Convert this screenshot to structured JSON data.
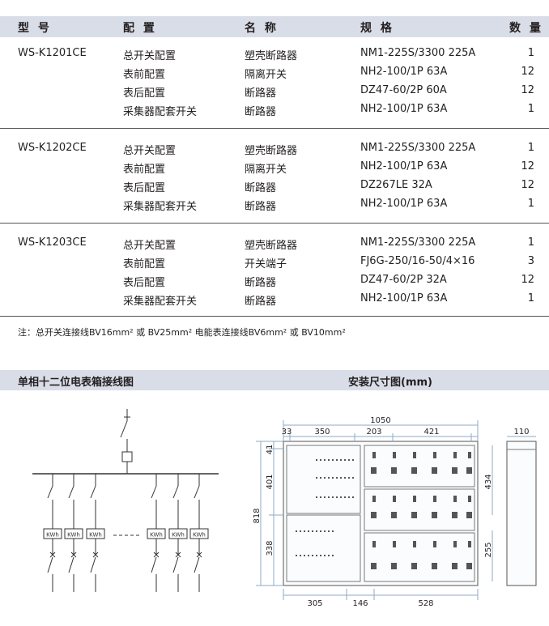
{
  "header": {
    "model": "型 号",
    "config": "配 置",
    "name": "名 称",
    "spec": "规 格",
    "qty": "数 量"
  },
  "groups": [
    {
      "model": "WS-K1201CE",
      "rows": [
        {
          "config": "总开关配置",
          "name": "塑壳断路器",
          "spec": "NM1-225S/3300 225A",
          "qty": "1"
        },
        {
          "config": "表前配置",
          "name": "隔离开关",
          "spec": "NH2-100/1P 63A",
          "qty": "12"
        },
        {
          "config": "表后配置",
          "name": "断路器",
          "spec": "DZ47-60/2P 60A",
          "qty": "12"
        },
        {
          "config": "采集器配套开关",
          "name": "断路器",
          "spec": "NH2-100/1P 63A",
          "qty": "1"
        }
      ]
    },
    {
      "model": "WS-K1202CE",
      "rows": [
        {
          "config": "总开关配置",
          "name": "塑壳断路器",
          "spec": "NM1-225S/3300 225A",
          "qty": "1"
        },
        {
          "config": "表前配置",
          "name": "隔离开关",
          "spec": "NH2-100/1P 63A",
          "qty": "12"
        },
        {
          "config": "表后配置",
          "name": "断路器",
          "spec": "DZ267LE 32A",
          "qty": "12"
        },
        {
          "config": "采集器配套开关",
          "name": "断路器",
          "spec": "NH2-100/1P 63A",
          "qty": "1"
        }
      ]
    },
    {
      "model": "WS-K1203CE",
      "rows": [
        {
          "config": "总开关配置",
          "name": "塑壳断路器",
          "spec": "NM1-225S/3300 225A",
          "qty": "1"
        },
        {
          "config": "表前配置",
          "name": "开关端子",
          "spec": "FJ6G-250/16-50/4×16",
          "qty": "3"
        },
        {
          "config": "表后配置",
          "name": "断路器",
          "spec": "DZ47-60/2P 32A",
          "qty": "12"
        },
        {
          "config": "采集器配套开关",
          "name": "断路器",
          "spec": "NH2-100/1P 63A",
          "qty": "1"
        }
      ]
    }
  ],
  "note": "注：总开关连接线BV16mm² 或 BV25mm² 电能表连接线BV6mm² 或 BV10mm²",
  "sections": {
    "wiring": "单相十二位电表箱接线图",
    "install": "安装尺寸图(mm)"
  },
  "meter_label": "KWh",
  "dims": {
    "total_width": "1050",
    "w33": "33",
    "w350": "350",
    "w203": "203",
    "w421": "421",
    "side_depth": "110",
    "h41": "41",
    "h401": "401",
    "h818": "818",
    "h338": "338",
    "h434": "434",
    "h255": "255",
    "b305": "305",
    "b146": "146",
    "b528": "528"
  }
}
